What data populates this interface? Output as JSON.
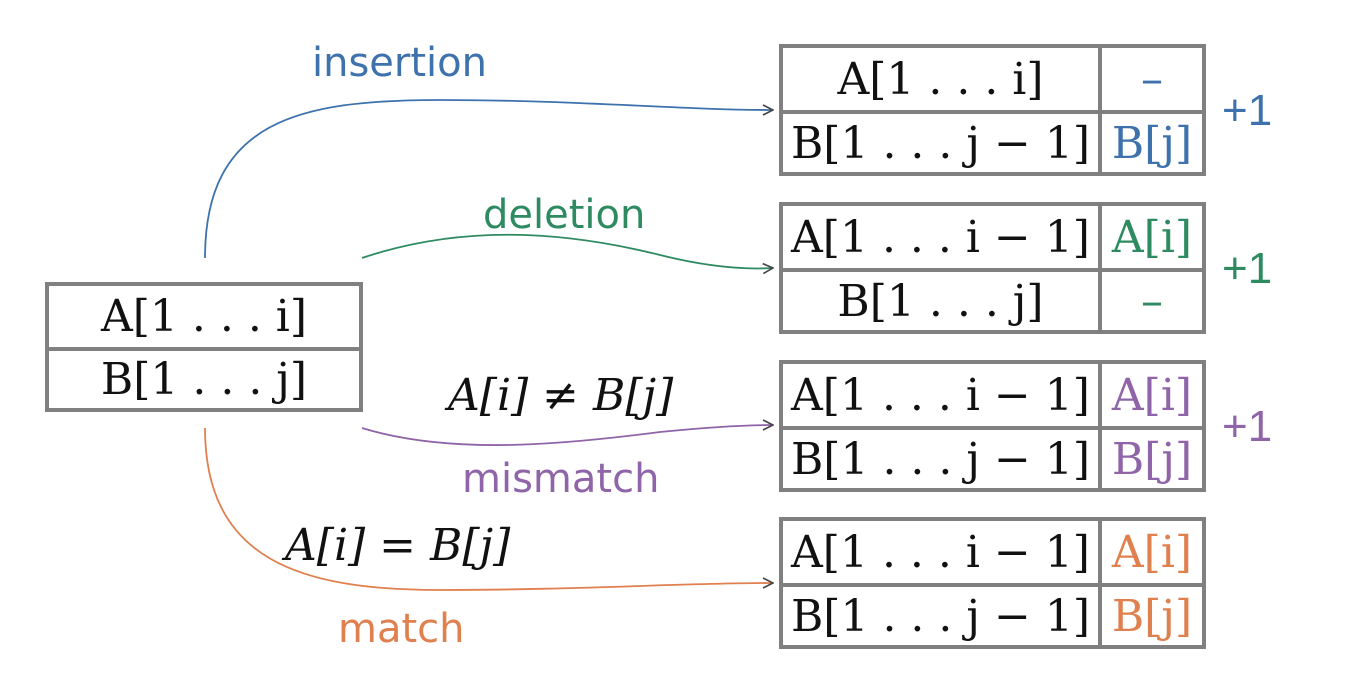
{
  "source": {
    "top": "A[1 . . . i]",
    "bottom": "B[1 . . . j]"
  },
  "operations": [
    {
      "label": "insertion",
      "color": "#3e72ad",
      "cost": "+1",
      "condition": "",
      "rows": [
        [
          "A[1 . . . i]",
          "–"
        ],
        [
          "B[1 . . . j − 1]",
          "B[j]"
        ]
      ]
    },
    {
      "label": "deletion",
      "color": "#2e8a60",
      "cost": "+1",
      "condition": "",
      "rows": [
        [
          "A[1 . . . i − 1]",
          "A[i]"
        ],
        [
          "B[1 . . . j]",
          "–"
        ]
      ]
    },
    {
      "label": "mismatch",
      "color": "#9064a8",
      "cost": "+1",
      "condition": "A[i] ≠ B[j]",
      "rows": [
        [
          "A[1 . . . i − 1]",
          "A[i]"
        ],
        [
          "B[1 . . . j − 1]",
          "B[j]"
        ]
      ]
    },
    {
      "label": "match",
      "color": "#e0804f",
      "cost": "",
      "condition": "A[i] = B[j]",
      "rows": [
        [
          "A[1 . . . i − 1]",
          "A[i]"
        ],
        [
          "B[1 . . . j − 1]",
          "B[j]"
        ]
      ]
    }
  ]
}
